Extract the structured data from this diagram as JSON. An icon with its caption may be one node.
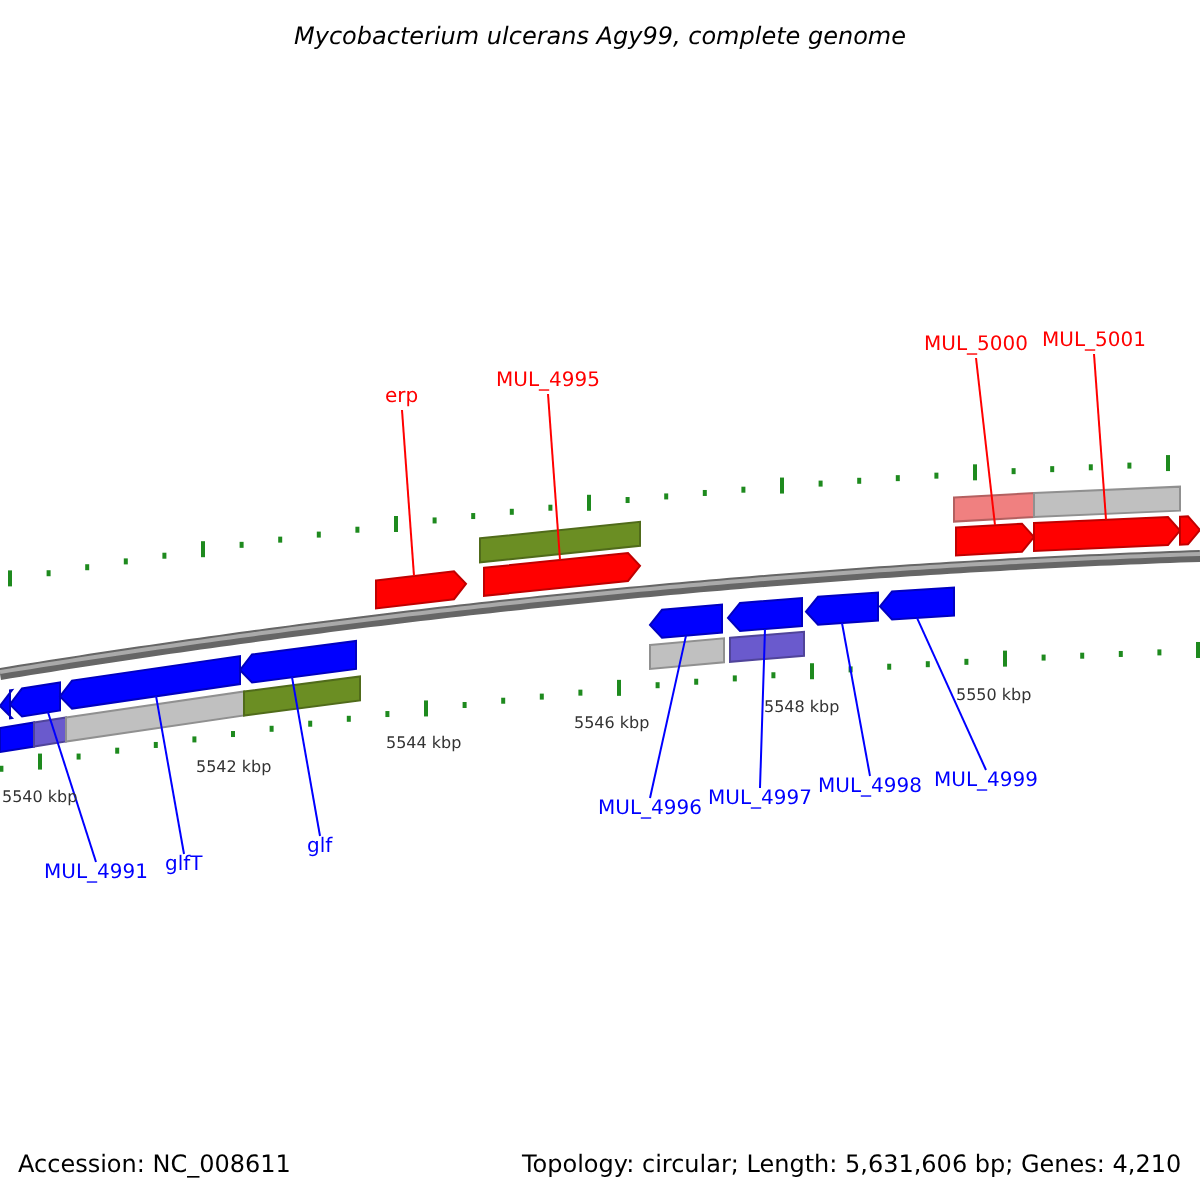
{
  "diagram": {
    "title": "Mycobacterium ulcerans Agy99, complete genome",
    "nodes": [
      {
        "text": [
          "erp"
        ]
      },
      {
        "text": [
          "MUL_4995"
        ]
      },
      {
        "text": [
          "MUL_5000"
        ]
      },
      {
        "text": [
          "MUL_5001"
        ]
      },
      {
        "text": [
          "MUL_4991"
        ]
      },
      {
        "text": [
          "glfT"
        ]
      },
      {
        "text": [
          "glf"
        ]
      },
      {
        "text": [
          "MUL_4996"
        ]
      },
      {
        "text": [
          "MUL_4997"
        ]
      },
      {
        "text": [
          "MUL_4998"
        ]
      },
      {
        "text": [
          "MUL_4999"
        ]
      },
      {
        "text": [],
        "shape": "arrow"
      },
      {
        "text": [],
        "shape": "arrow"
      },
      {
        "text": [],
        "shape": "arrow"
      },
      {
        "text": [],
        "shape": "arrow"
      },
      {
        "text": [],
        "shape": "arrow"
      },
      {
        "text": [],
        "shape": "arrow"
      },
      {
        "text": [],
        "shape": "arrow"
      },
      {
        "text": [],
        "shape": "arrow"
      },
      {
        "text": [],
        "shape": "arrow"
      },
      {
        "text": [],
        "shape": "arrow"
      },
      {
        "text": [],
        "shape": "arrow"
      },
      {
        "text": [],
        "shape": "arrow"
      },
      {
        "text": [],
        "shape": "bar"
      },
      {
        "text": [],
        "shape": "bar"
      },
      {
        "text": [],
        "shape": "bar"
      },
      {
        "text": [],
        "shape": "arrow"
      },
      {
        "text": [],
        "shape": "bar"
      },
      {
        "text": [],
        "shape": "bar"
      },
      {
        "text": [],
        "shape": "bar"
      },
      {
        "text": [],
        "shape": "bar"
      },
      {
        "text": [],
        "shape": "bar"
      },
      {
        "text": [],
        "shape": "bar"
      }
    ],
    "edges": [
      {
        "from": 0,
        "to": 11,
        "arrow": "none",
        "color": "#ff0000"
      },
      {
        "from": 1,
        "to": 12,
        "arrow": "none",
        "color": "#ff0000"
      },
      {
        "from": 2,
        "to": 13,
        "arrow": "none",
        "color": "#ff0000"
      },
      {
        "from": 3,
        "to": 14,
        "arrow": "none",
        "color": "#ff0000"
      },
      {
        "from": 4,
        "to": 15,
        "arrow": "none"
      },
      {
        "from": 5,
        "to": 16,
        "arrow": "none"
      },
      {
        "from": 6,
        "to": 17,
        "arrow": "none"
      },
      {
        "from": 7,
        "to": 18,
        "arrow": "none"
      },
      {
        "from": 8,
        "to": 19,
        "arrow": "none"
      },
      {
        "from": 9,
        "to": 20,
        "arrow": "none"
      },
      {
        "from": 10,
        "to": 21,
        "arrow": "none"
      }
    ],
    "labels": [
      "5540 kbp",
      "5542 kbp",
      "5544 kbp",
      "5546 kbp",
      "5548 kbp",
      "5550 kbp",
      "Accession: NC_008611",
      "Topology: circular; Length: 5,631,606 bp; Genes: 4,210"
    ]
  }
}
